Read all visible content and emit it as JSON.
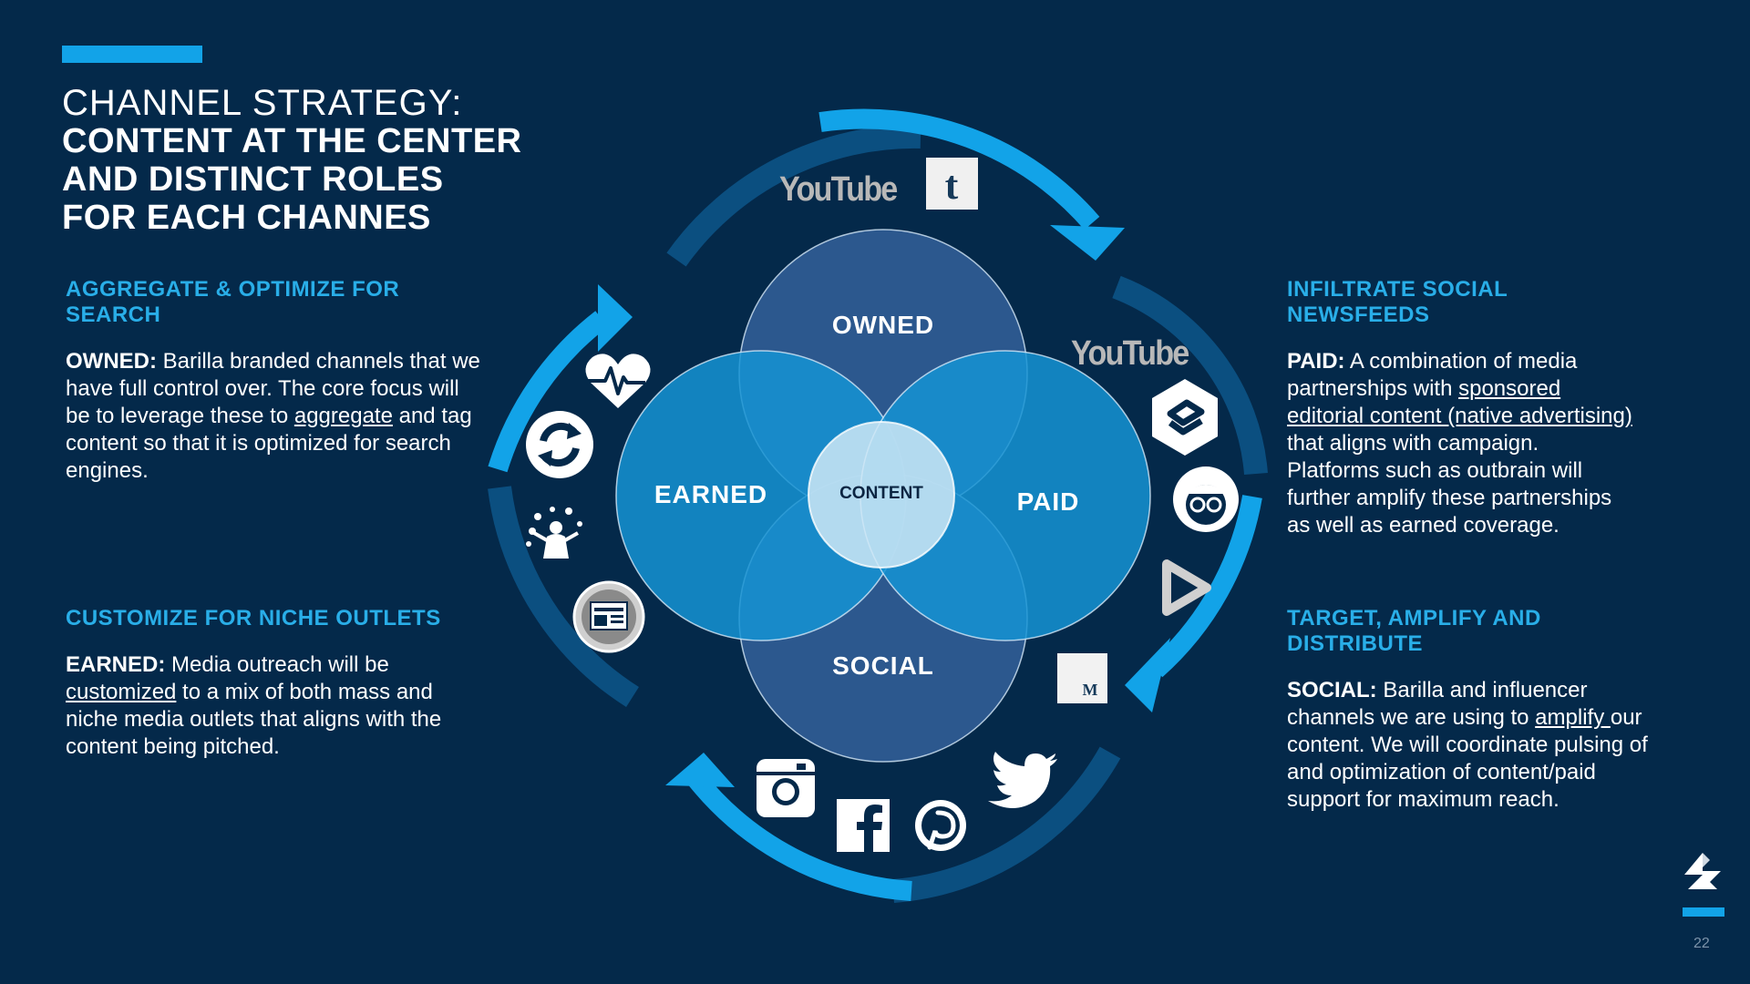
{
  "title": {
    "line1": "CHANNEL STRATEGY:",
    "line2": "CONTENT AT THE CENTER",
    "line3": "AND DISTINCT ROLES",
    "line4": "FOR EACH CHANNES"
  },
  "sections": {
    "owned": {
      "heading": "AGGREGATE & OPTIMIZE FOR SEARCH",
      "label": "OWNED:",
      "t1": " Barilla branded channels that we have full control over. The core focus will be to leverage these to ",
      "link": "aggregate",
      "t2": " and tag content so that it is optimized for search engines."
    },
    "earned": {
      "heading": "CUSTOMIZE FOR NICHE OUTLETS",
      "label": "EARNED:",
      "t1": " Media outreach will be ",
      "link": "customized",
      "t2": " to a mix of both mass and niche media outlets that aligns with the content being pitched."
    },
    "paid": {
      "heading": "INFILTRATE SOCIAL NEWSFEEDS",
      "label": "PAID:",
      "t1": " A combination of media partnerships with ",
      "link": "sponsored editorial content (native advertising) ",
      "t2": "that aligns with campaign. Platforms such as outbrain will further amplify these partnerships as well as earned coverage."
    },
    "social": {
      "heading": "TARGET, AMPLIFY AND DISTRIBUTE",
      "label": "SOCIAL:",
      "t1": " Barilla and influencer channels we are using to ",
      "link": "amplify ",
      "t2": "our content. We will coordinate pulsing of and optimization of content/paid support for maximum reach."
    }
  },
  "venn": {
    "owned": "OWNED",
    "earned": "EARNED",
    "paid": "PAID",
    "social": "SOCIAL",
    "center": "CONTENT"
  },
  "icons": {
    "youtube_text": "YouTube",
    "tumblr_text": "t",
    "medium_text": "M",
    "list": [
      "youtube-icon",
      "tumblr-icon",
      "health-heart-icon",
      "recycle-icon",
      "people-icon",
      "news-icon",
      "stumbleupon-icon",
      "person-glasses-icon",
      "play-icon",
      "medium-icon",
      "instagram-icon",
      "facebook-icon",
      "pinterest-icon",
      "twitter-icon"
    ]
  },
  "colors": {
    "background": "#04294a",
    "accent": "#12a3e8",
    "owned": "#2d5a91",
    "earned": "#1593d4",
    "paid": "#1593d4",
    "social": "#2d5a91",
    "center": "#cfe7f6"
  },
  "page_number": "22"
}
